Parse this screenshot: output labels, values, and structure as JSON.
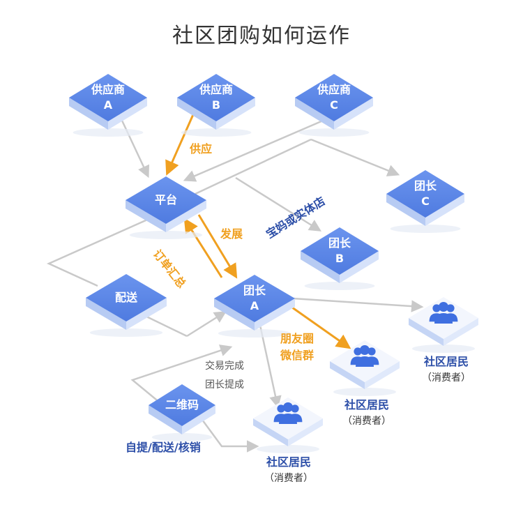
{
  "title": "社区团购如何运作",
  "nodes": {
    "supplier_a": {
      "line1": "供应商",
      "line2": "A"
    },
    "supplier_b": {
      "line1": "供应商",
      "line2": "B"
    },
    "supplier_c": {
      "line1": "供应商",
      "line2": "C"
    },
    "platform": {
      "line1": "平台"
    },
    "leader_a": {
      "line1": "团长",
      "line2": "A"
    },
    "leader_b": {
      "line1": "团长",
      "line2": "B"
    },
    "leader_c": {
      "line1": "团长",
      "line2": "C"
    },
    "delivery": {
      "line1": "配送"
    },
    "qrcode": {
      "line1": "二维码"
    },
    "resident_1": {
      "label": "社区居民",
      "sub": "（消费者）"
    },
    "resident_2": {
      "label": "社区居民",
      "sub": "（消费者）"
    },
    "resident_3": {
      "label": "社区居民",
      "sub": "（消费者）"
    }
  },
  "edge_labels": {
    "supply": "供应",
    "develop": "发展",
    "order_summary": "订单汇总",
    "baoma": "宝妈或实体店",
    "moments": "朋友圈",
    "wechat_group": "微信群",
    "deal_done": "交易完成",
    "commission": "团长提成",
    "pickup": "自提/配送/核销"
  },
  "colors": {
    "tile_top": "#5b86e6",
    "tile_side": "#c9d8f7",
    "arrow_gray": "#c9c9c9",
    "arrow_orange": "#f0a020",
    "label_blue": "#2d4fa8"
  }
}
